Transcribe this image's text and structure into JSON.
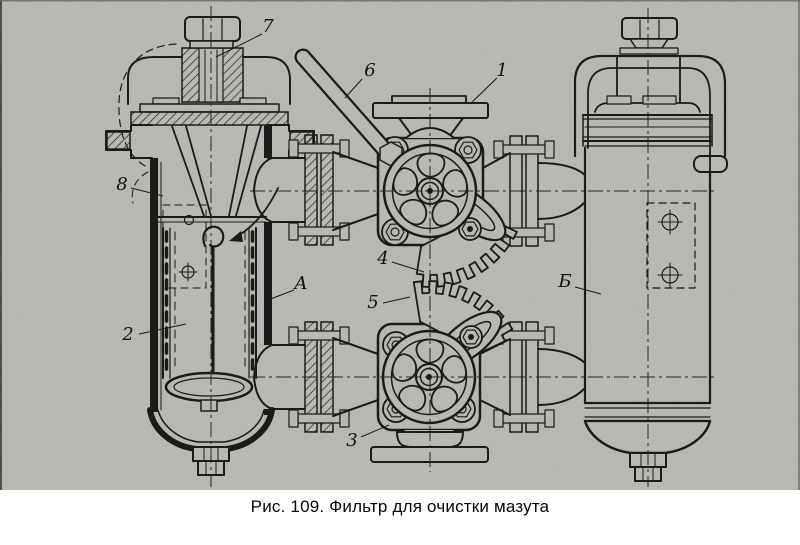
{
  "figure": {
    "caption": "Рис. 109. Фильтр для очистки мазута"
  },
  "part_labels": {
    "n1": "1",
    "n2": "2",
    "n3": "3",
    "n4": "4",
    "n5": "5",
    "n6": "6",
    "n7": "7",
    "n8": "8",
    "chamber_a": "А",
    "chamber_b": "Б"
  },
  "colors": {
    "paper": "#cac9c4",
    "ink": "#1e1e1e",
    "page_background": "#ffffff"
  }
}
